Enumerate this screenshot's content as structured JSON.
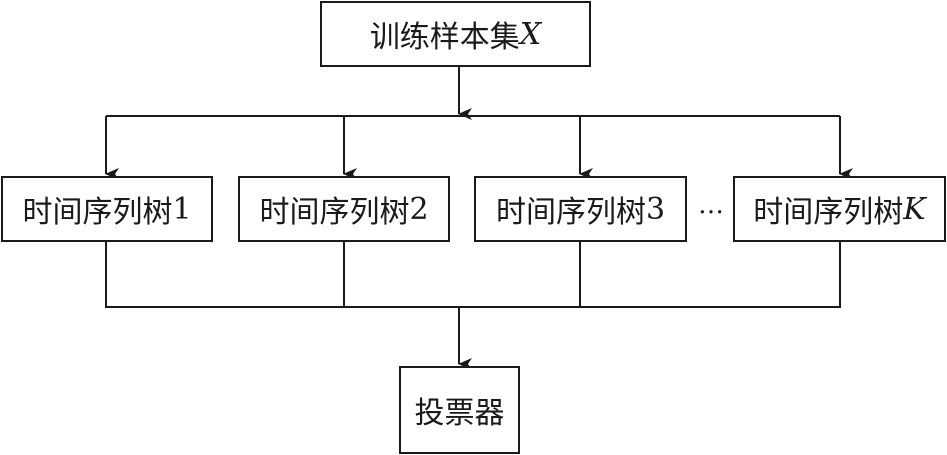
{
  "root": {
    "label": "训练样本集",
    "var": "X"
  },
  "trees": [
    {
      "label": "时间序列树",
      "index": "1",
      "index_italic": false
    },
    {
      "label": "时间序列树",
      "index": "2",
      "index_italic": false
    },
    {
      "label": "时间序列树",
      "index": "3",
      "index_italic": false
    },
    {
      "label": "时间序列树",
      "index": "K",
      "index_italic": true
    }
  ],
  "ellipsis": "…",
  "voter": {
    "label": "投票器"
  },
  "colors": {
    "line": "#1a1a1a",
    "background": "#ffffff"
  }
}
